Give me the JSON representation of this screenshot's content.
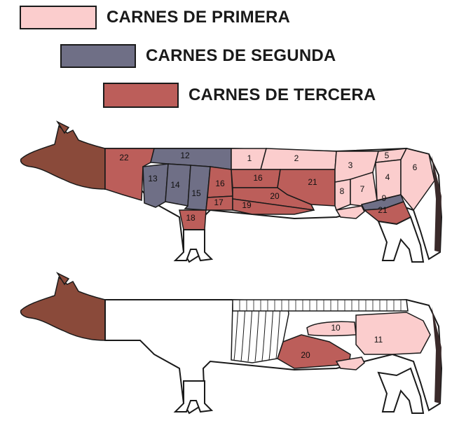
{
  "colors": {
    "primera": "#fbcdcd",
    "segunda": "#6f6f86",
    "tercera": "#bc5e5a",
    "outline": "#1a1a1a",
    "head": "#8a4a3a",
    "leg": "#ffffff"
  },
  "legend": [
    {
      "label": "CARNES DE PRIMERA",
      "color_key": "primera"
    },
    {
      "label": "CARNES DE SEGUNDA",
      "color_key": "segunda"
    },
    {
      "label": "CARNES DE TERCERA",
      "color_key": "tercera"
    }
  ],
  "cow_top": {
    "cuts": [
      {
        "num": "1",
        "category": "primera"
      },
      {
        "num": "2",
        "category": "primera"
      },
      {
        "num": "3",
        "category": "primera"
      },
      {
        "num": "4",
        "category": "primera"
      },
      {
        "num": "5",
        "category": "primera"
      },
      {
        "num": "6",
        "category": "primera"
      },
      {
        "num": "7",
        "category": "primera"
      },
      {
        "num": "8",
        "category": "primera"
      },
      {
        "num": "9",
        "category": "segunda"
      },
      {
        "num": "12",
        "category": "segunda"
      },
      {
        "num": "13",
        "category": "segunda"
      },
      {
        "num": "14",
        "category": "segunda"
      },
      {
        "num": "15",
        "category": "segunda"
      },
      {
        "num": "16",
        "category": "tercera"
      },
      {
        "num": "16",
        "category": "tercera"
      },
      {
        "num": "17",
        "category": "tercera"
      },
      {
        "num": "18",
        "category": "tercera"
      },
      {
        "num": "19",
        "category": "tercera"
      },
      {
        "num": "20",
        "category": "tercera"
      },
      {
        "num": "21",
        "category": "tercera"
      },
      {
        "num": "21",
        "category": "tercera"
      },
      {
        "num": "22",
        "category": "tercera"
      }
    ]
  },
  "cow_bottom": {
    "cuts": [
      {
        "num": "10",
        "category": "primera"
      },
      {
        "num": "11",
        "category": "primera"
      },
      {
        "num": "20",
        "category": "tercera"
      }
    ]
  }
}
